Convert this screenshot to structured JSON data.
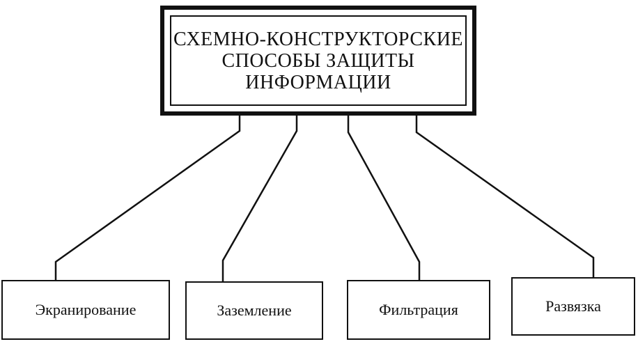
{
  "root": {
    "lines": [
      "СХЕМНО-КОНСТРУКТОРСКИЕ",
      "СПОСОБЫ ЗАЩИТЫ",
      "ИНФОРМАЦИИ"
    ]
  },
  "children": [
    {
      "label": "Экранирование"
    },
    {
      "label": "Заземление"
    },
    {
      "label": "Фильтрация"
    },
    {
      "label": "Развязка"
    }
  ]
}
